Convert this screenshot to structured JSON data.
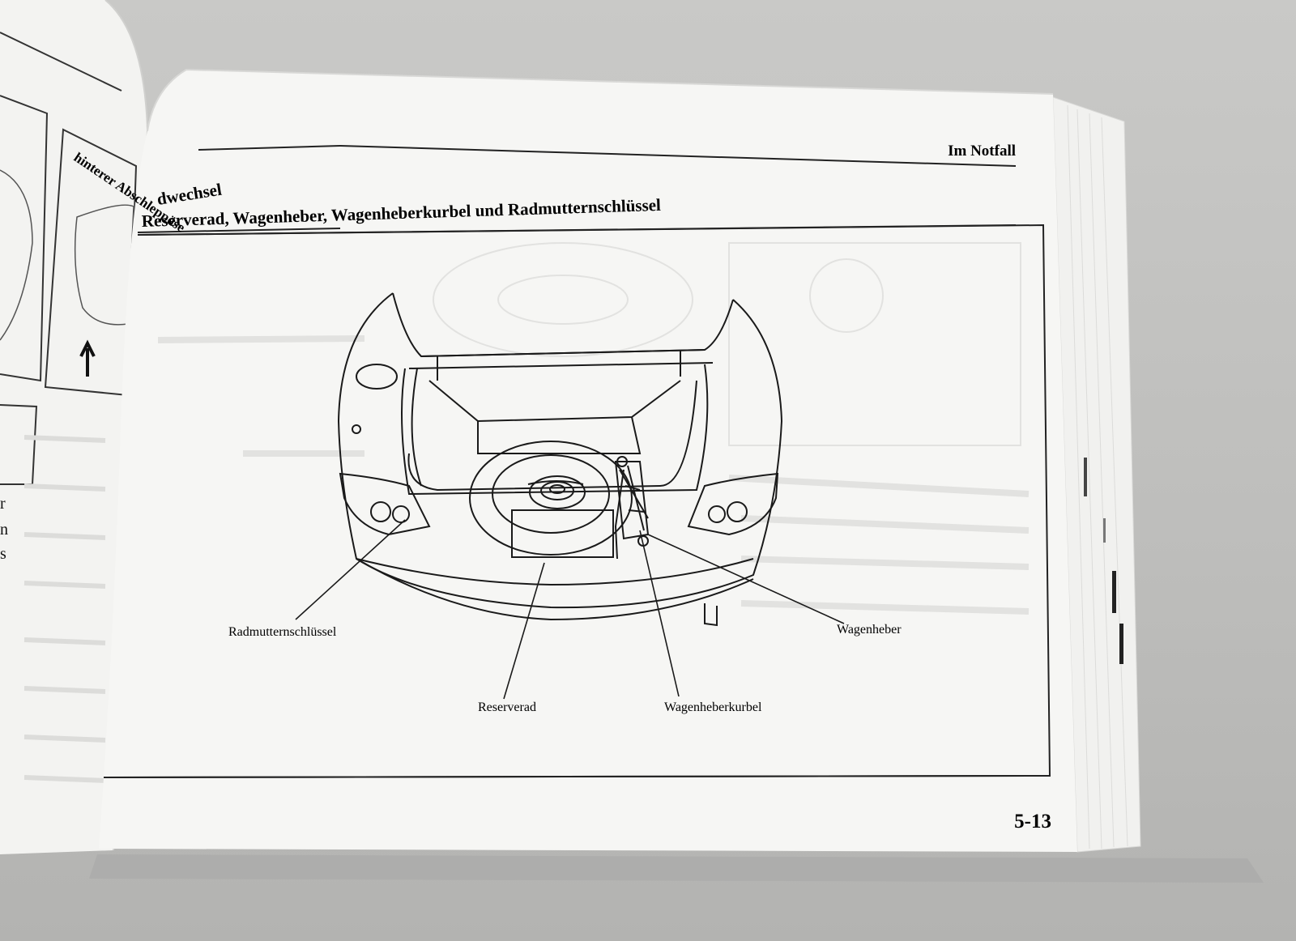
{
  "header": {
    "section": "Im Notfall",
    "title_line1": "dwechsel",
    "title_line2": "Reserverad, Wagenheber, Wagenheberkurbel und Radmutternschlüssel"
  },
  "left_page": {
    "label": "hinterer Abschleppöse"
  },
  "figure": {
    "labels": {
      "radmutternschluessel": "Radmutternschlüssel",
      "reserverad": "Reserverad",
      "wagenheberkurbel": "Wagenheberkurbel",
      "wagenheber": "Wagenheber"
    }
  },
  "footer": {
    "page_number": "5-13"
  }
}
